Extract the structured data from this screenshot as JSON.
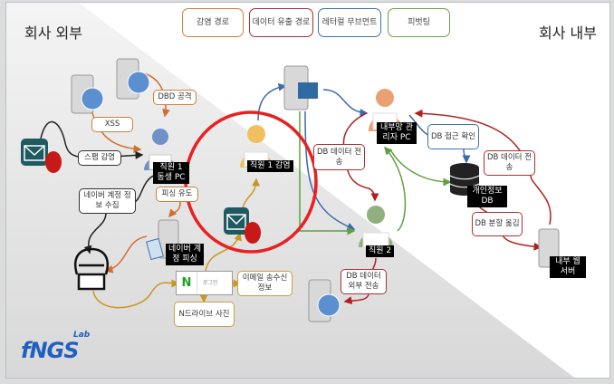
{
  "titles": {
    "outside": "회사 외부",
    "inside": "회사 내부"
  },
  "legend": [
    {
      "label": "감염 경로",
      "color": "#d08040"
    },
    {
      "label": "데이터 유출 경로",
      "color": "#b03030"
    },
    {
      "label": "레터럴 무브먼트",
      "color": "#4070b0"
    },
    {
      "label": "피벗팅",
      "color": "#70a050"
    }
  ],
  "labels": {
    "dbd": "DBD 공격",
    "xss": "XSS",
    "spam": "스팸 감염",
    "phishing_lure": "피싱 유도",
    "naver_collect": "네이버 계정 정보 수집",
    "email_info": "이메일 송수신 정보",
    "ndrive": "N드라이브 사진",
    "db_send_left": "DB 데이터 전송",
    "db_access": "DB 접근 확인",
    "db_send_right": "DB 데이터 전송",
    "db_split": "DB 분할 옮김",
    "db_external": "DB 데이터 외부 전송",
    "login": "로그인",
    "naver_n": "N"
  },
  "nodes": {
    "sibling_pc": "직원 1 동생 PC",
    "employee1": "직원 1 감염",
    "naver_phish": "네이버 계정 피싱",
    "admin_pc": "내부망 관리자 PC",
    "personal_db": "개인정보 DB",
    "web_server": "내부 웹 서버",
    "employee2": "직원 2"
  },
  "logo": {
    "text": "fNGS",
    "sub": "Lab"
  },
  "highlight_color": "#e82020"
}
